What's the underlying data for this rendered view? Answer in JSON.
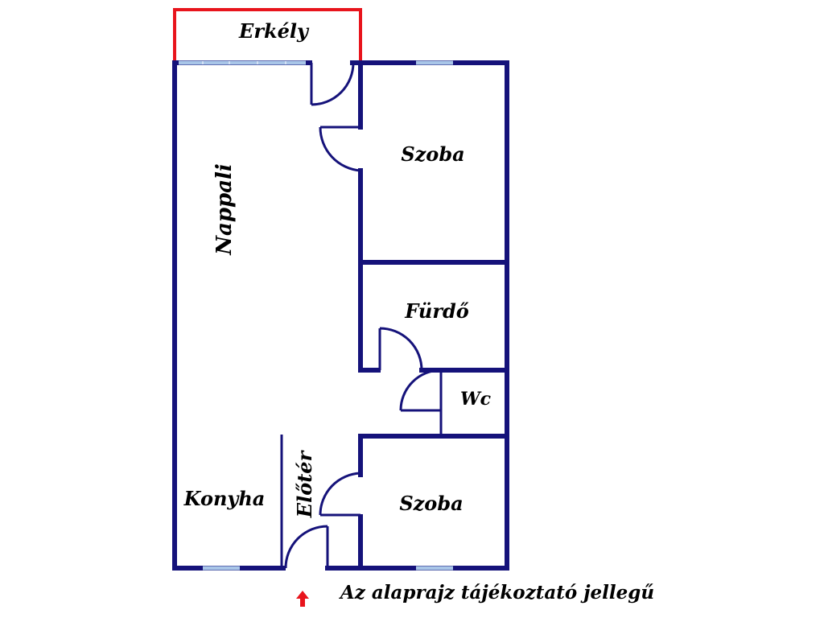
{
  "colors": {
    "wall": "#15127a",
    "balcony": "#e8141c",
    "window": "#a9c6e8",
    "entrance_arrow": "#e8141c",
    "background": "#ffffff",
    "text": "#000000"
  },
  "rooms": {
    "erkely": "Erkély",
    "nappali": "Nappali",
    "szoba_top": "Szoba",
    "furdo": "Fürdő",
    "wc": "Wc",
    "konyha": "Konyha",
    "eloter": "Előtér",
    "szoba_bottom": "Szoba"
  },
  "note": "Az alaprajz tájékoztató jellegű",
  "icons": {
    "entrance": "entrance-arrow-icon"
  }
}
